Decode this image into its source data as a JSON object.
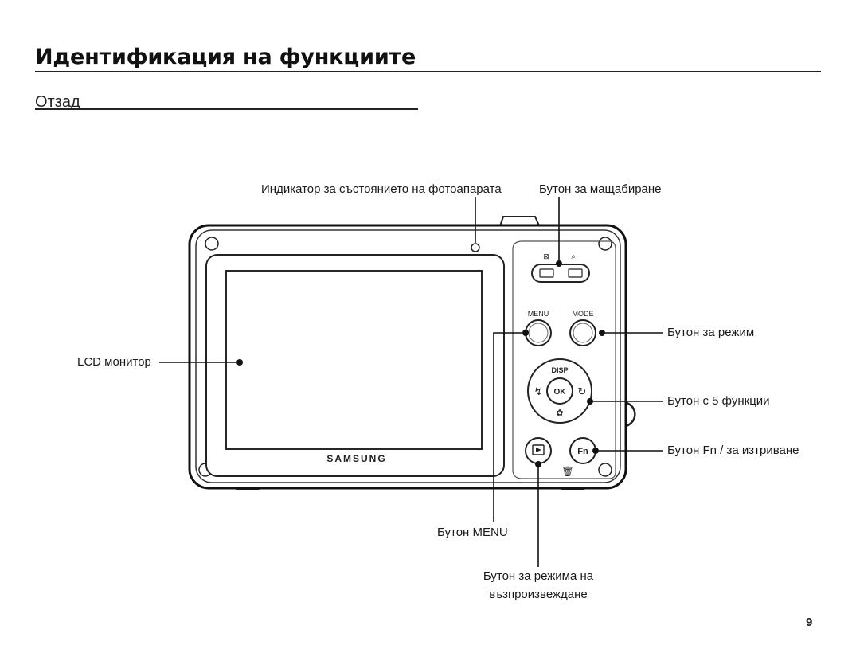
{
  "page": {
    "title": "Идентификация на функциите",
    "subtitle": "Отзад",
    "page_number": "9"
  },
  "camera": {
    "brand": "SAMSUNG",
    "buttons": {
      "menu": "MENU",
      "mode": "MODE",
      "disp": "DISP",
      "ok": "OK",
      "fn": "Fn"
    }
  },
  "labels": {
    "status_indicator": "Индикатор за състоянието на фотоапарата",
    "zoom_button": "Бутон за мащабиране",
    "lcd_monitor": "LCD монитор",
    "mode_button": "Бутон за режим",
    "five_function_button": "Бутон с 5 функции",
    "fn_delete_button": "Бутон Fn / за изтриване",
    "menu_button": "Бутон MENU",
    "playback_button_line1": "Бутон за режима на",
    "playback_button_line2": "възпроизвеждане"
  }
}
